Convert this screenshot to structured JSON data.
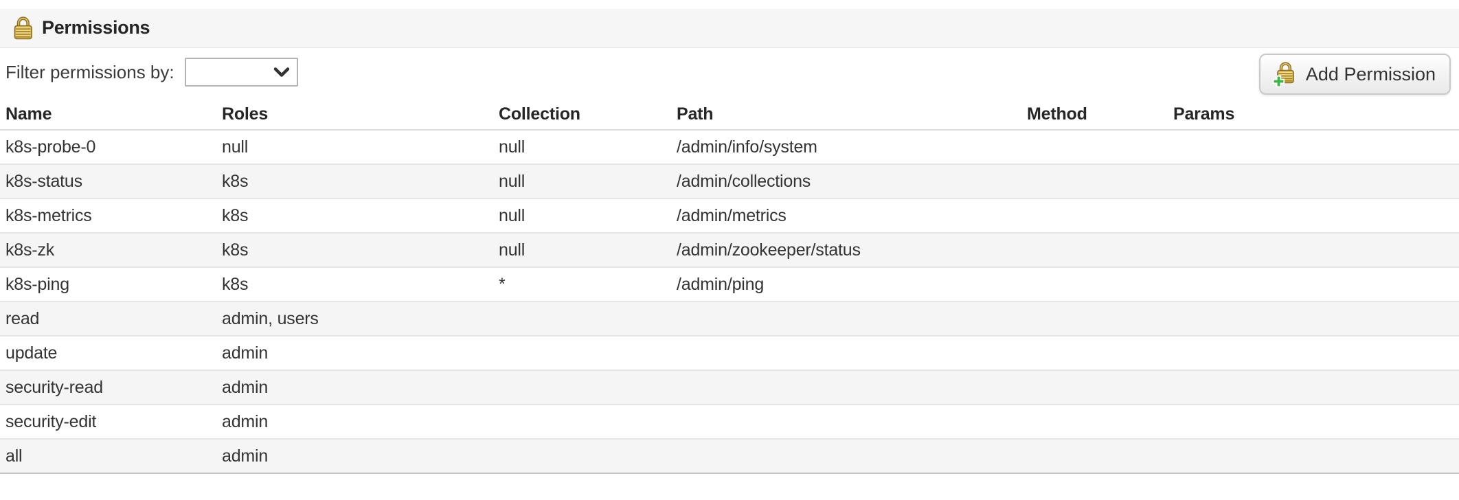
{
  "header": {
    "title": "Permissions"
  },
  "toolbar": {
    "filter_label": "Filter permissions by:",
    "filter_value": "",
    "add_button_label": "Add Permission"
  },
  "table": {
    "columns": [
      "Name",
      "Roles",
      "Collection",
      "Path",
      "Method",
      "Params"
    ],
    "rows": [
      {
        "name": "k8s-probe-0",
        "roles": "null",
        "collection": "null",
        "path": "/admin/info/system",
        "method": "",
        "params": ""
      },
      {
        "name": "k8s-status",
        "roles": "k8s",
        "collection": "null",
        "path": "/admin/collections",
        "method": "",
        "params": ""
      },
      {
        "name": "k8s-metrics",
        "roles": "k8s",
        "collection": "null",
        "path": "/admin/metrics",
        "method": "",
        "params": ""
      },
      {
        "name": "k8s-zk",
        "roles": "k8s",
        "collection": "null",
        "path": "/admin/zookeeper/status",
        "method": "",
        "params": ""
      },
      {
        "name": "k8s-ping",
        "roles": "k8s",
        "collection": "*",
        "path": "/admin/ping",
        "method": "",
        "params": ""
      },
      {
        "name": "read",
        "roles": "admin, users",
        "collection": "",
        "path": "",
        "method": "",
        "params": ""
      },
      {
        "name": "update",
        "roles": "admin",
        "collection": "",
        "path": "",
        "method": "",
        "params": ""
      },
      {
        "name": "security-read",
        "roles": "admin",
        "collection": "",
        "path": "",
        "method": "",
        "params": ""
      },
      {
        "name": "security-edit",
        "roles": "admin",
        "collection": "",
        "path": "",
        "method": "",
        "params": ""
      },
      {
        "name": "all",
        "roles": "admin",
        "collection": "",
        "path": "",
        "method": "",
        "params": ""
      }
    ]
  },
  "icons": {
    "header_icon": "lock-icon",
    "add_button_icon": "lock-add-icon",
    "select_icon": "chevron-down-icon"
  },
  "colors": {
    "lock_gold": "#d9b94e",
    "lock_outline": "#8a6d1f",
    "plus_green": "#3cb44a",
    "header_bar_bg": "#f6f6f6",
    "row_stripe": "#f5f5f5",
    "row_border": "#e5e5e5",
    "text": "#333333"
  }
}
